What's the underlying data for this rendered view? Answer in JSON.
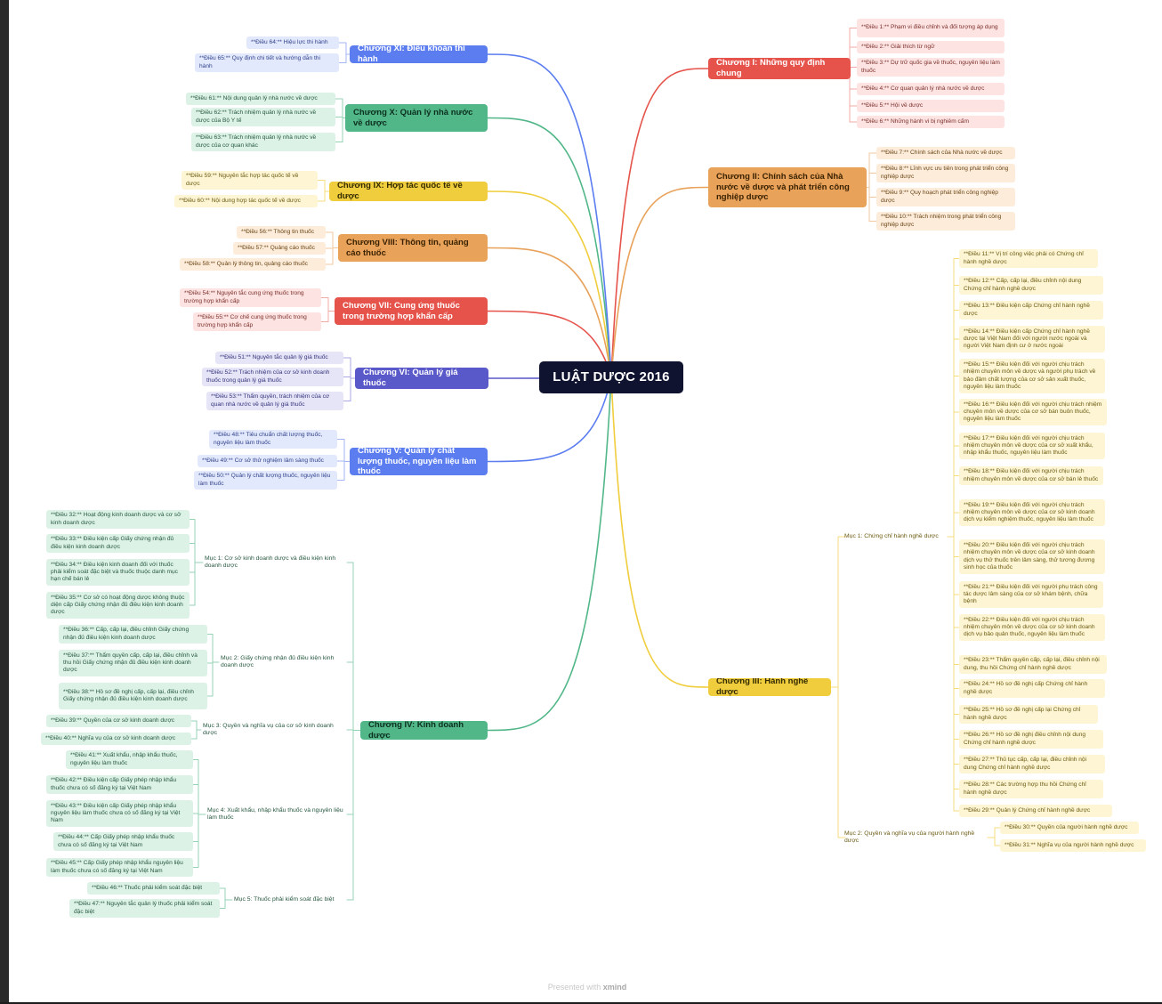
{
  "root": {
    "label": "LUẬT DƯỢC 2016"
  },
  "footer": {
    "prefix": "Presented with",
    "brand": "xmind"
  },
  "colors": {
    "red": "#e5534b",
    "orange": "#e8a25a",
    "yellow": "#f0cd3c",
    "green": "#52b788",
    "blue": "#5b7df0",
    "indigo": "#5a59c9"
  },
  "chapters": {
    "c1": {
      "label": "Chương I: Những quy định chung",
      "items": [
        "**Điều 1:** Phạm vi điều chỉnh và đối tượng áp dụng",
        "**Điều 2:** Giải thích từ ngữ",
        "**Điều 3:** Dự trữ quốc gia về thuốc, nguyên liệu làm thuốc",
        "**Điều 4:** Cơ quan quản lý nhà nước về dược",
        "**Điều 5:** Hội về dược",
        "**Điều 6:** Những hành vi bị nghiêm cấm"
      ]
    },
    "c2": {
      "label": "Chương II: Chính sách của Nhà nước về dược và phát triển công nghiệp dược",
      "items": [
        "**Điều 7:** Chính sách của Nhà nước về dược",
        "**Điều 8:** Lĩnh vực ưu tiên trong phát triển công nghiệp dược",
        "**Điều 9:** Quy hoạch phát triển công nghiệp dược",
        "**Điều 10:** Trách nhiệm trong phát triển công nghiệp dược"
      ]
    },
    "c3": {
      "label": "Chương III: Hành nghề dược",
      "s1": {
        "label": "Mục 1: Chứng chỉ hành nghề dược",
        "items": [
          "**Điều 11:** Vị trí công việc phải có Chứng chỉ hành nghề dược",
          "**Điều 12:** Cấp, cấp lại, điều chỉnh nội dung Chứng chỉ hành nghề dược",
          "**Điều 13:** Điều kiện cấp Chứng chỉ hành nghề dược",
          "**Điều 14:** Điều kiện cấp Chứng chỉ hành nghề dược tại Việt Nam đối với người nước ngoài và người Việt Nam định cư ở nước ngoài",
          "**Điều 15:** Điều kiện đối với người chịu trách nhiệm chuyên môn về dược và người phụ trách về bảo đảm chất lượng của cơ sở sản xuất thuốc, nguyên liệu làm thuốc",
          "**Điều 16:** Điều kiện đối với người chịu trách nhiệm chuyên môn về dược của cơ sở bán buôn thuốc, nguyên liệu làm thuốc",
          "**Điều 17:** Điều kiện đối với người chịu trách nhiệm chuyên môn về dược của cơ sở xuất khẩu, nhập khẩu thuốc, nguyên liệu làm thuốc",
          "**Điều 18:** Điều kiện đối với người chịu trách nhiệm chuyên môn về dược của cơ sở bán lẻ thuốc",
          "**Điều 19:** Điều kiện đối với người chịu trách nhiệm chuyên môn về dược của cơ sở kinh doanh dịch vụ kiểm nghiệm thuốc, nguyên liệu làm thuốc",
          "**Điều 20:** Điều kiện đối với người chịu trách nhiệm chuyên môn về dược của cơ sở kinh doanh dịch vụ thử thuốc trên lâm sàng, thử tương đương sinh học của thuốc",
          "**Điều 21:** Điều kiện đối với người phụ trách công tác dược lâm sàng của cơ sở khám bệnh, chữa bệnh",
          "**Điều 22:** Điều kiện đối với người chịu trách nhiệm chuyên môn về dược của cơ sở kinh doanh dịch vụ bảo quản thuốc, nguyên liệu làm thuốc",
          "**Điều 23:** Thẩm quyền cấp, cấp lại, điều chỉnh nội dung, thu hồi Chứng chỉ hành nghề dược",
          "**Điều 24:** Hồ sơ đề nghị cấp Chứng chỉ hành nghề dược",
          "**Điều 25:** Hồ sơ đề nghị cấp lại Chứng chỉ hành nghề dược",
          "**Điều 26:** Hồ sơ đề nghị điều chỉnh nội dung Chứng chỉ hành nghề dược",
          "**Điều 27:** Thủ tục cấp, cấp lại, điều chỉnh nội dung Chứng chỉ hành nghề dược",
          "**Điều 28:** Các trường hợp thu hồi Chứng chỉ hành nghề dược",
          "**Điều 29:** Quản lý Chứng chỉ hành nghề dược"
        ]
      },
      "s2": {
        "label": "Mục 2: Quyền và nghĩa vụ của người hành nghề dược",
        "items": [
          "**Điều 30:** Quyền của người hành nghề dược",
          "**Điều 31:** Nghĩa vụ của người hành nghề dược"
        ]
      }
    },
    "c4": {
      "label": "Chương IV: Kinh doanh dược",
      "s1": {
        "label": "Mục 1: Cơ sở kinh doanh dược và điều kiện kinh doanh dược",
        "items": [
          "**Điều 32:** Hoạt động kinh doanh dược và cơ sở kinh doanh dược",
          "**Điều 33:** Điều kiện cấp Giấy chứng nhận đủ điều kiện kinh doanh dược",
          "**Điều 34:** Điều kiện kinh doanh đối với thuốc phải kiểm soát đặc biệt và thuốc thuộc danh mục hạn chế bán lẻ",
          "**Điều 35:** Cơ sở có hoạt động dược không thuộc diện cấp Giấy chứng nhận đủ điều kiện kinh doanh dược"
        ]
      },
      "s2": {
        "label": "Mục 2: Giấy chứng nhận đủ điều kiện kinh doanh dược",
        "items": [
          "**Điều 36:** Cấp, cấp lại, điều chỉnh Giấy chứng nhận đủ điều kiện kinh doanh dược",
          "**Điều 37:** Thẩm quyền cấp, cấp lại, điều chỉnh và thu hồi Giấy chứng nhận đủ điều kiện kinh doanh dược",
          "**Điều 38:** Hồ sơ đề nghị cấp, cấp lại, điều chỉnh Giấy chứng nhận đủ điều kiện kinh doanh dược"
        ]
      },
      "s3": {
        "label": "Mục 3: Quyền và nghĩa vụ của cơ sở kinh doanh dược",
        "items": [
          "**Điều 39:** Quyền của cơ sở kinh doanh dược",
          "**Điều 40:** Nghĩa vụ của cơ sở kinh doanh dược"
        ]
      },
      "s4": {
        "label": "Mục 4: Xuất khẩu, nhập khẩu thuốc và nguyên liệu làm thuốc",
        "items": [
          "**Điều 41:** Xuất khẩu, nhập khẩu thuốc, nguyên liệu làm thuốc",
          "**Điều 42:** Điều kiện cấp Giấy phép nhập khẩu thuốc chưa có số đăng ký tại Việt Nam",
          "**Điều 43:** Điều kiện cấp Giấy phép nhập khẩu nguyên liệu làm thuốc chưa có số đăng ký tại Việt Nam",
          "**Điều 44:** Cấp Giấy phép nhập khẩu thuốc chưa có số đăng ký tại Việt Nam",
          "**Điều 45:** Cấp Giấy phép nhập khẩu nguyên liệu làm thuốc chưa có số đăng ký tại Việt Nam"
        ]
      },
      "s5": {
        "label": "Mục 5: Thuốc phải kiểm soát đặc biệt",
        "items": [
          "**Điều 46:** Thuốc phải kiểm soát đặc biệt",
          "**Điều 47:** Nguyên tắc quản lý thuốc phải kiểm soát đặc biệt"
        ]
      }
    },
    "c5": {
      "label": "Chương V: Quản lý chất lượng thuốc, nguyên liệu làm thuốc",
      "items": [
        "**Điều 48:** Tiêu chuẩn chất lượng thuốc, nguyên liệu làm thuốc",
        "**Điều 49:** Cơ sở thử nghiệm lâm sàng thuốc",
        "**Điều 50:** Quản lý chất lượng thuốc, nguyên liệu làm thuốc"
      ]
    },
    "c6": {
      "label": "Chương VI: Quản lý giá thuốc",
      "items": [
        "**Điều 51:** Nguyên tắc quản lý giá thuốc",
        "**Điều 52:** Trách nhiệm của cơ sở kinh doanh thuốc trong quản lý giá thuốc",
        "**Điều 53:** Thẩm quyền, trách nhiệm của cơ quan nhà nước về quản lý giá thuốc"
      ]
    },
    "c7": {
      "label": "Chương VII: Cung ứng thuốc trong trường hợp khẩn cấp",
      "items": [
        "**Điều 54:** Nguyên tắc cung ứng thuốc trong trường hợp khẩn cấp",
        "**Điều 55:** Cơ chế cung ứng thuốc trong trường hợp khẩn cấp"
      ]
    },
    "c8": {
      "label": "Chương VIII: Thông tin, quảng cáo thuốc",
      "items": [
        "**Điều 56:** Thông tin thuốc",
        "**Điều 57:** Quảng cáo thuốc",
        "**Điều 58:** Quản lý thông tin, quảng cáo thuốc"
      ]
    },
    "c9": {
      "label": "Chương IX: Hợp tác quốc tế về dược",
      "items": [
        "**Điều 59:** Nguyên tắc hợp tác quốc tế về dược",
        "**Điều 60:** Nội dung hợp tác quốc tế về dược"
      ]
    },
    "c10": {
      "label": "Chương X: Quản lý nhà nước về dược",
      "items": [
        "**Điều 61:** Nội dung quản lý nhà nước về dược",
        "**Điều 62:** Trách nhiệm quản lý nhà nước về dược của Bộ Y tế",
        "**Điều 63:** Trách nhiệm quản lý nhà nước về dược của cơ quan khác"
      ]
    },
    "c11": {
      "label": "Chương XI: Điều khoản thi hành",
      "items": [
        "**Điều 64:** Hiệu lực thi hành",
        "**Điều 65:** Quy định chi tiết và hướng dẫn thi hành"
      ]
    }
  }
}
